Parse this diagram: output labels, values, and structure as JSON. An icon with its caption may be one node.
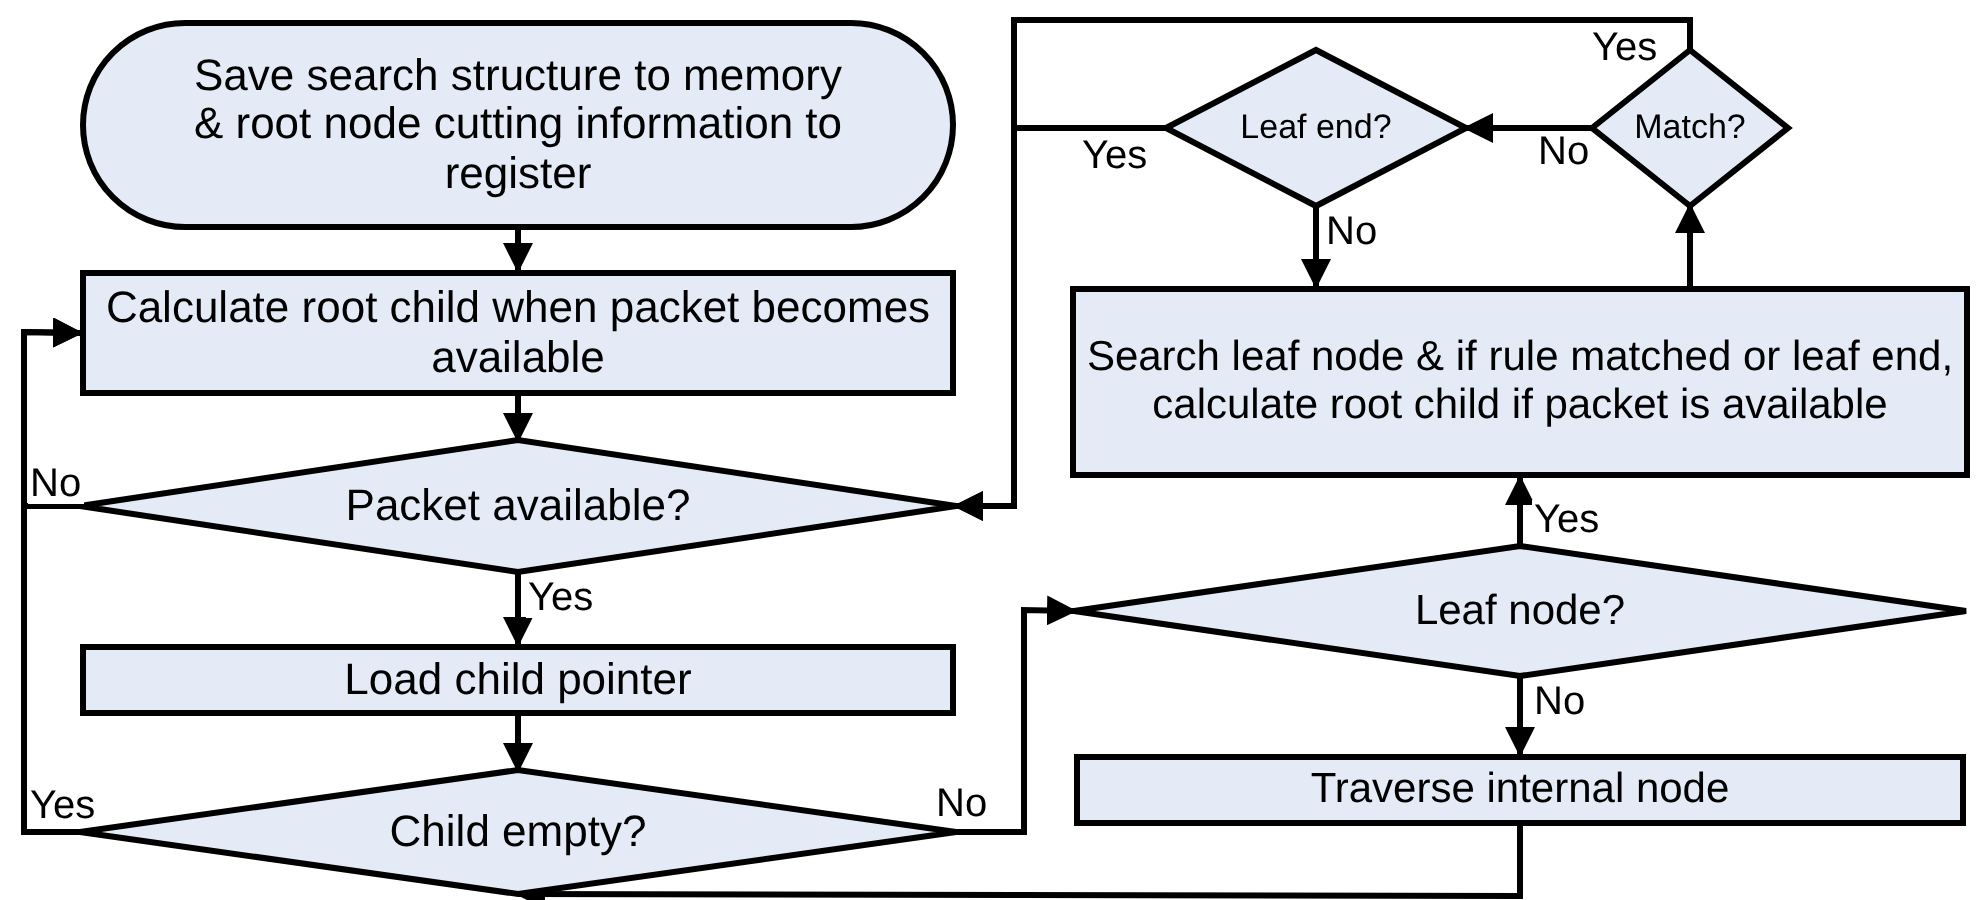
{
  "diagram": {
    "nodes": [
      {
        "text": [
          "Save search structure to memory & root node cutting information to register"
        ]
      },
      {
        "text": [
          "Calculate root child when packet becomes available"
        ]
      },
      {
        "text": [
          "Packet available?"
        ]
      },
      {
        "text": [
          "Load child pointer"
        ]
      },
      {
        "text": [
          "Child empty?"
        ]
      },
      {
        "text": [
          "Leaf end?"
        ]
      },
      {
        "text": [
          "Match?"
        ]
      },
      {
        "text": [
          "Search leaf node & if rule matched or leaf end, calculate root child if packet is available"
        ]
      },
      {
        "text": [
          "Leaf node?"
        ]
      },
      {
        "text": [
          "Traverse internal node"
        ]
      }
    ],
    "edges": [
      {
        "from": 0,
        "to": 1,
        "arrow": "to"
      },
      {
        "from": 1,
        "to": 2,
        "arrow": "to"
      },
      {
        "from": 2,
        "to": 3,
        "arrow": "to",
        "label": "Yes"
      },
      {
        "from": 3,
        "to": 4,
        "arrow": "to"
      },
      {
        "from": 2,
        "to": 1,
        "arrow": "to",
        "label": "No"
      },
      {
        "from": 4,
        "to": 1,
        "arrow": "to",
        "label": "Yes"
      },
      {
        "from": 4,
        "to": 8,
        "arrow": "to",
        "label": "No"
      },
      {
        "from": 8,
        "to": 7,
        "arrow": "to",
        "label": "Yes"
      },
      {
        "from": 8,
        "to": 9,
        "arrow": "to",
        "label": "No"
      },
      {
        "from": 9,
        "to": 4,
        "arrow": "to"
      },
      {
        "from": 7,
        "to": 6,
        "arrow": "to"
      },
      {
        "from": 6,
        "to": 5,
        "arrow": "to",
        "label": "No"
      },
      {
        "from": 6,
        "to": 2,
        "arrow": "to",
        "label": "Yes"
      },
      {
        "from": 5,
        "to": 2,
        "arrow": "to",
        "label": "Yes"
      },
      {
        "from": 5,
        "to": 7,
        "arrow": "to",
        "label": "No"
      }
    ]
  }
}
